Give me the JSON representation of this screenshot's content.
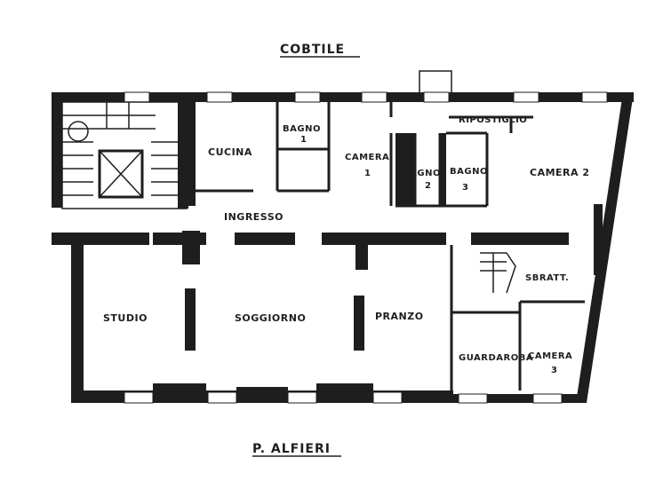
{
  "plan": {
    "labels": {
      "courtyard": "COBTILE",
      "street": "P. ALFIERI",
      "kitchen": "CUCINA",
      "bath1_title": "BAGNO",
      "bath1_num": "1",
      "room1_title": "CAMERA",
      "room1_num": "1",
      "closet": "RIPOSTIGLIO",
      "bath2_title": "BAGNO",
      "bath2_num": "2",
      "bath3_title": "BAGNO",
      "bath3_num": "3",
      "room2": "CAMERA 2",
      "entrance": "INGRESSO",
      "study": "STUDIO",
      "living": "SOGGIORNO",
      "dining": "PRANZO",
      "sb_room": "SBRATT.",
      "pantry": "GUARDAROBA",
      "room3_title": "CAMERA",
      "room3_num": "3"
    }
  }
}
